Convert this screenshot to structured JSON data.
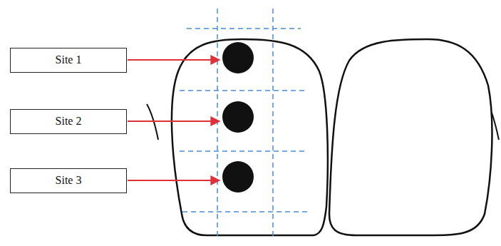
{
  "diagram": {
    "nodes": [
      {
        "text": [
          "Site 1"
        ]
      },
      {
        "text": [
          "Site 2"
        ]
      },
      {
        "text": [
          "Site 3"
        ]
      }
    ]
  }
}
